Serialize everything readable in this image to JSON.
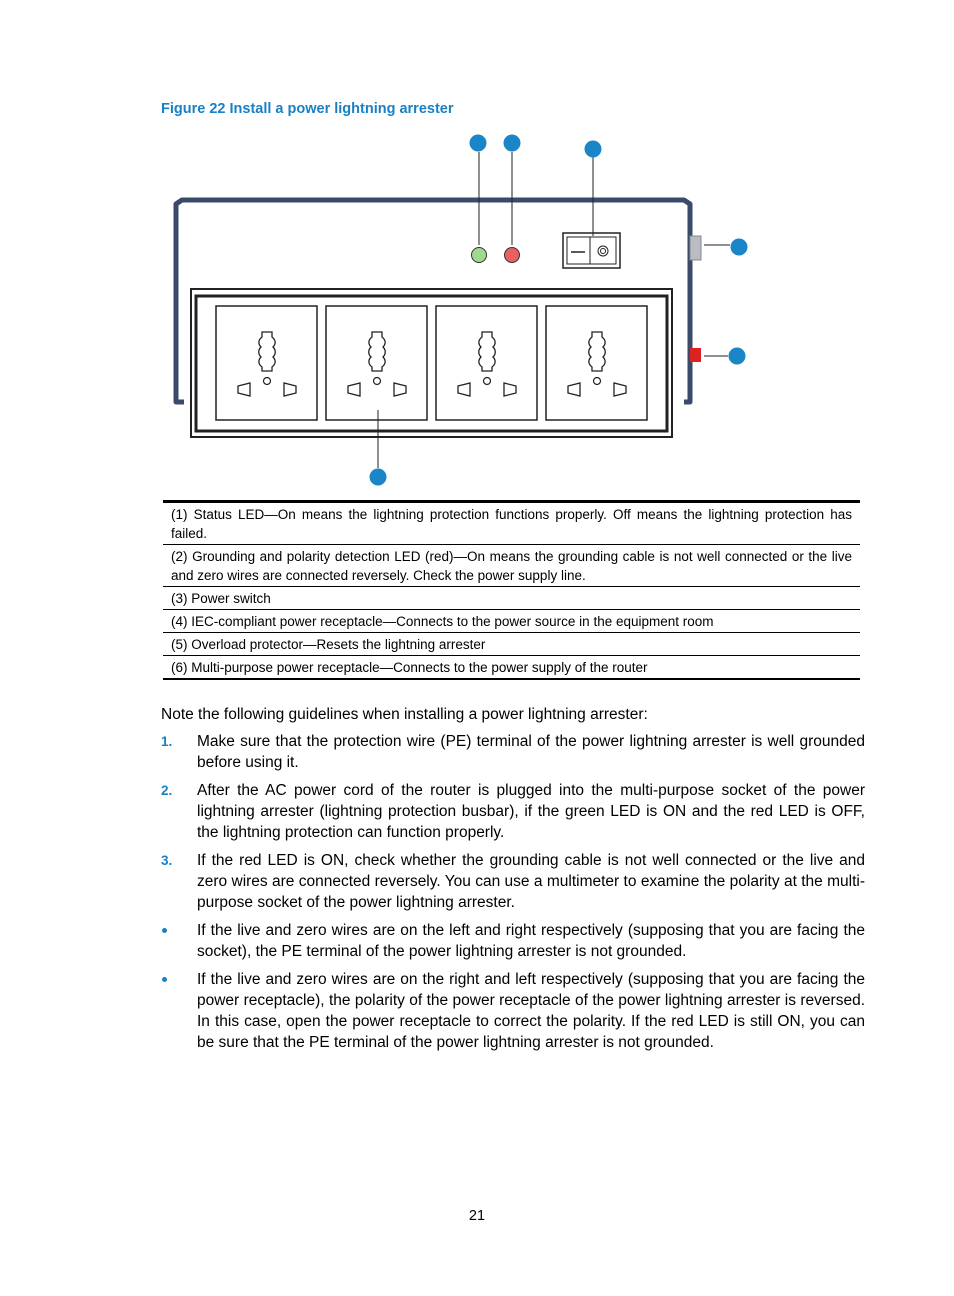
{
  "figure": {
    "title": "Figure 22 Install a power lightning arrester",
    "colors": {
      "callout": "#1a86c8",
      "frame": "#3a4a6a",
      "green_led": "#9fd88f",
      "red_led": "#e86060",
      "overload_protector": "#dd2222"
    },
    "socket_count": 4,
    "callout_count": 6
  },
  "legend": [
    "(1) Status LED—On means the lightning protection functions properly. Off means the lightning protection has failed.",
    "(2) Grounding and polarity detection LED (red)—On means the grounding cable is not well connected or the live and zero wires are connected reversely. Check the power supply line.",
    "(3) Power switch",
    "(4) IEC-compliant power receptacle—Connects to the power source in the equipment room",
    "(5) Overload protector—Resets the lightning arrester",
    "(6) Multi-purpose power receptacle—Connects to the power supply of the router"
  ],
  "intro": "Note the following guidelines when installing a power lightning arrester:",
  "steps": [
    {
      "marker": "1.",
      "text": "Make sure that the protection wire (PE) terminal of the power lightning arrester is well grounded before using it."
    },
    {
      "marker": "2.",
      "text": "After the AC power cord of the router is plugged into the multi-purpose socket of the power lightning arrester (lightning protection busbar), if the green LED is ON and the red LED is OFF, the lightning protection can function properly."
    },
    {
      "marker": "3.",
      "text": "If the red LED is ON, check whether the grounding cable is not well connected or the live and zero wires are connected reversely. You can use a multimeter to examine the polarity at the multi-purpose socket of the power lightning arrester."
    }
  ],
  "bullets": [
    "If the live and zero wires are on the left and right respectively (supposing that you are facing the socket), the PE terminal of the power lightning arrester is not grounded.",
    "If the live and zero wires are on the right and left respectively (supposing that you are facing the power receptacle), the polarity of the power receptacle of the power lightning arrester is reversed. In this case, open the power receptacle to correct the polarity. If the red LED is still ON, you can be sure that the PE terminal of the power lightning arrester is not grounded."
  ],
  "page_number": "21"
}
